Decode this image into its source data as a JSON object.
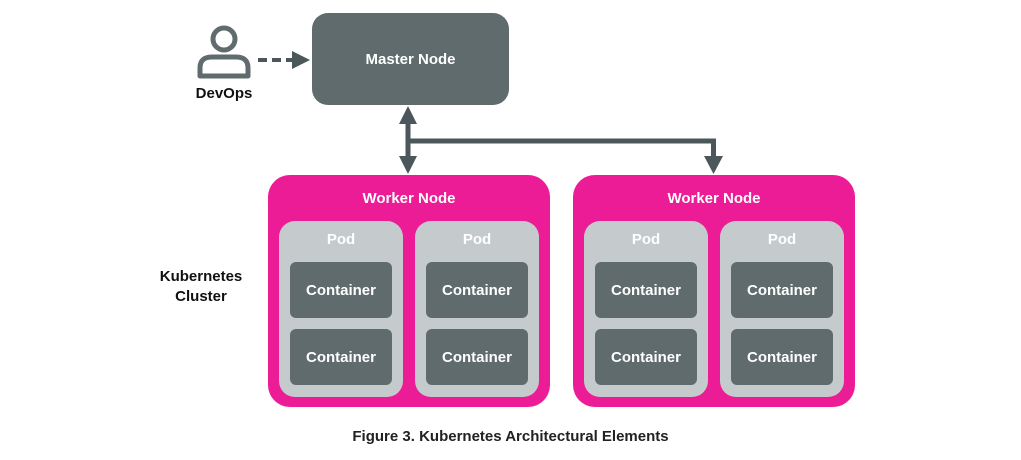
{
  "master": {
    "label": "Master Node"
  },
  "devops": {
    "label": "DevOps",
    "icon": "user-icon"
  },
  "cluster": {
    "label_line1": "Kubernetes",
    "label_line2": "Cluster"
  },
  "workers": [
    {
      "title": "Worker Node",
      "pods": [
        {
          "title": "Pod",
          "containers": [
            "Container",
            "Container"
          ]
        },
        {
          "title": "Pod",
          "containers": [
            "Container",
            "Container"
          ]
        }
      ]
    },
    {
      "title": "Worker Node",
      "pods": [
        {
          "title": "Pod",
          "containers": [
            "Container",
            "Container"
          ]
        },
        {
          "title": "Pod",
          "containers": [
            "Container",
            "Container"
          ]
        }
      ]
    }
  ],
  "caption": "Figure 3. Kubernetes Architectural Elements",
  "colors": {
    "node_gray": "#5f6b6d",
    "worker_magenta": "#ec1c96",
    "pod_gray": "#c5cbcc",
    "connector": "#4b575a"
  }
}
